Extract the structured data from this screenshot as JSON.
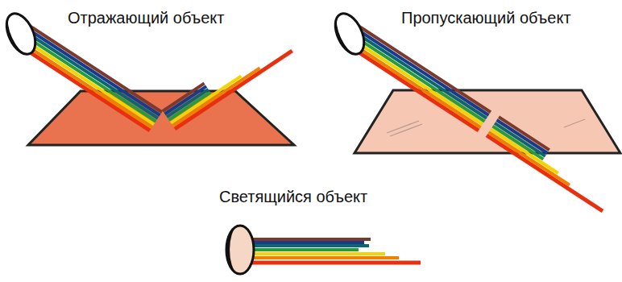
{
  "diagram": {
    "labels": [
      "Отражающий объект",
      "Пропускающий объект",
      "Светящийся объект"
    ]
  }
}
